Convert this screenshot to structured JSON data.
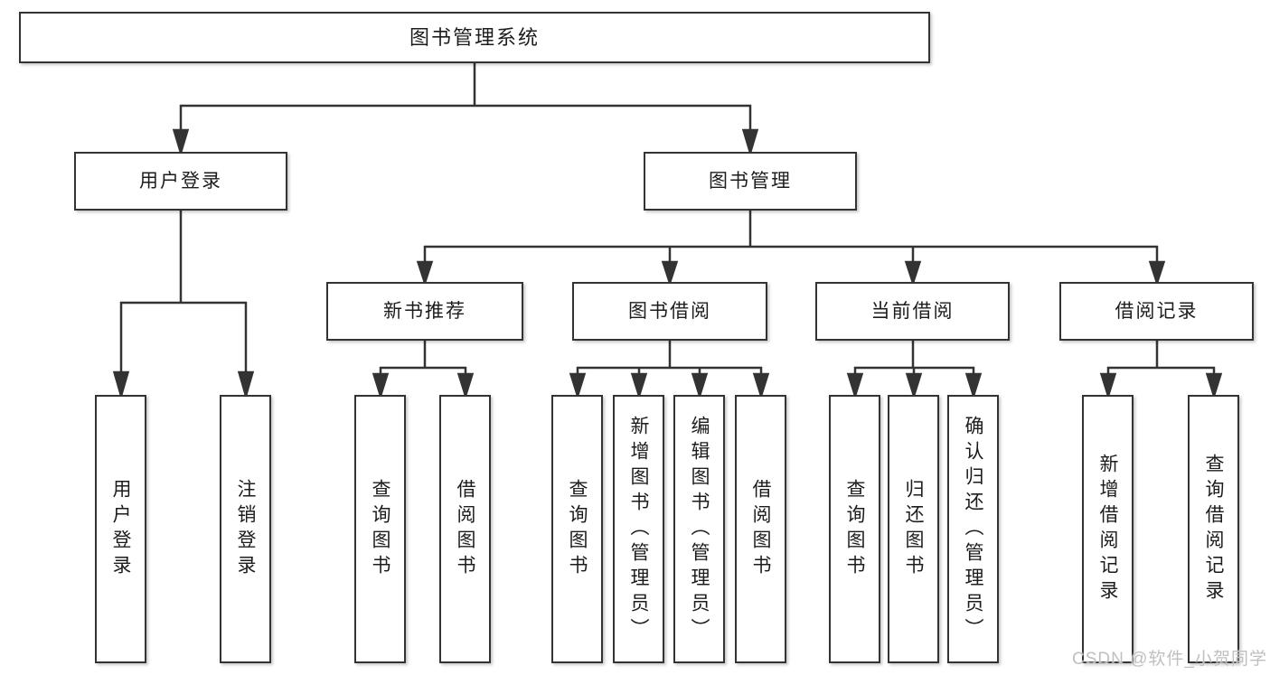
{
  "diagram": {
    "title_node": {
      "label": "图书管理系统"
    },
    "level2": [
      {
        "label": "用户登录"
      },
      {
        "label": "图书管理"
      }
    ],
    "level3": [
      {
        "label": "新书推荐"
      },
      {
        "label": "图书借阅"
      },
      {
        "label": "当前借阅"
      },
      {
        "label": "借阅记录"
      }
    ],
    "leaves": {
      "user_login": [
        {
          "label": "用户登录"
        },
        {
          "label": "注销登录"
        }
      ],
      "new_book": [
        {
          "label": "查询图书"
        },
        {
          "label": "借阅图书"
        }
      ],
      "book_borrow": [
        {
          "label": "查询图书"
        },
        {
          "label": "新增图书（管理员）"
        },
        {
          "label": "编辑图书（管理员）"
        },
        {
          "label": "借阅图书"
        }
      ],
      "current_borrow": [
        {
          "label": "查询图书"
        },
        {
          "label": "归还图书"
        },
        {
          "label": "确认归还（管理员）"
        }
      ],
      "borrow_record": [
        {
          "label": "新增借阅记录"
        },
        {
          "label": "查询借阅记录"
        }
      ]
    },
    "colors": {
      "line": "#333333",
      "border": "#333333",
      "text": "#1c1c1c",
      "background": "#ffffff",
      "watermark": "#bfbfbf"
    },
    "watermark": {
      "text": "CSDN @软件_小贺同学"
    }
  }
}
